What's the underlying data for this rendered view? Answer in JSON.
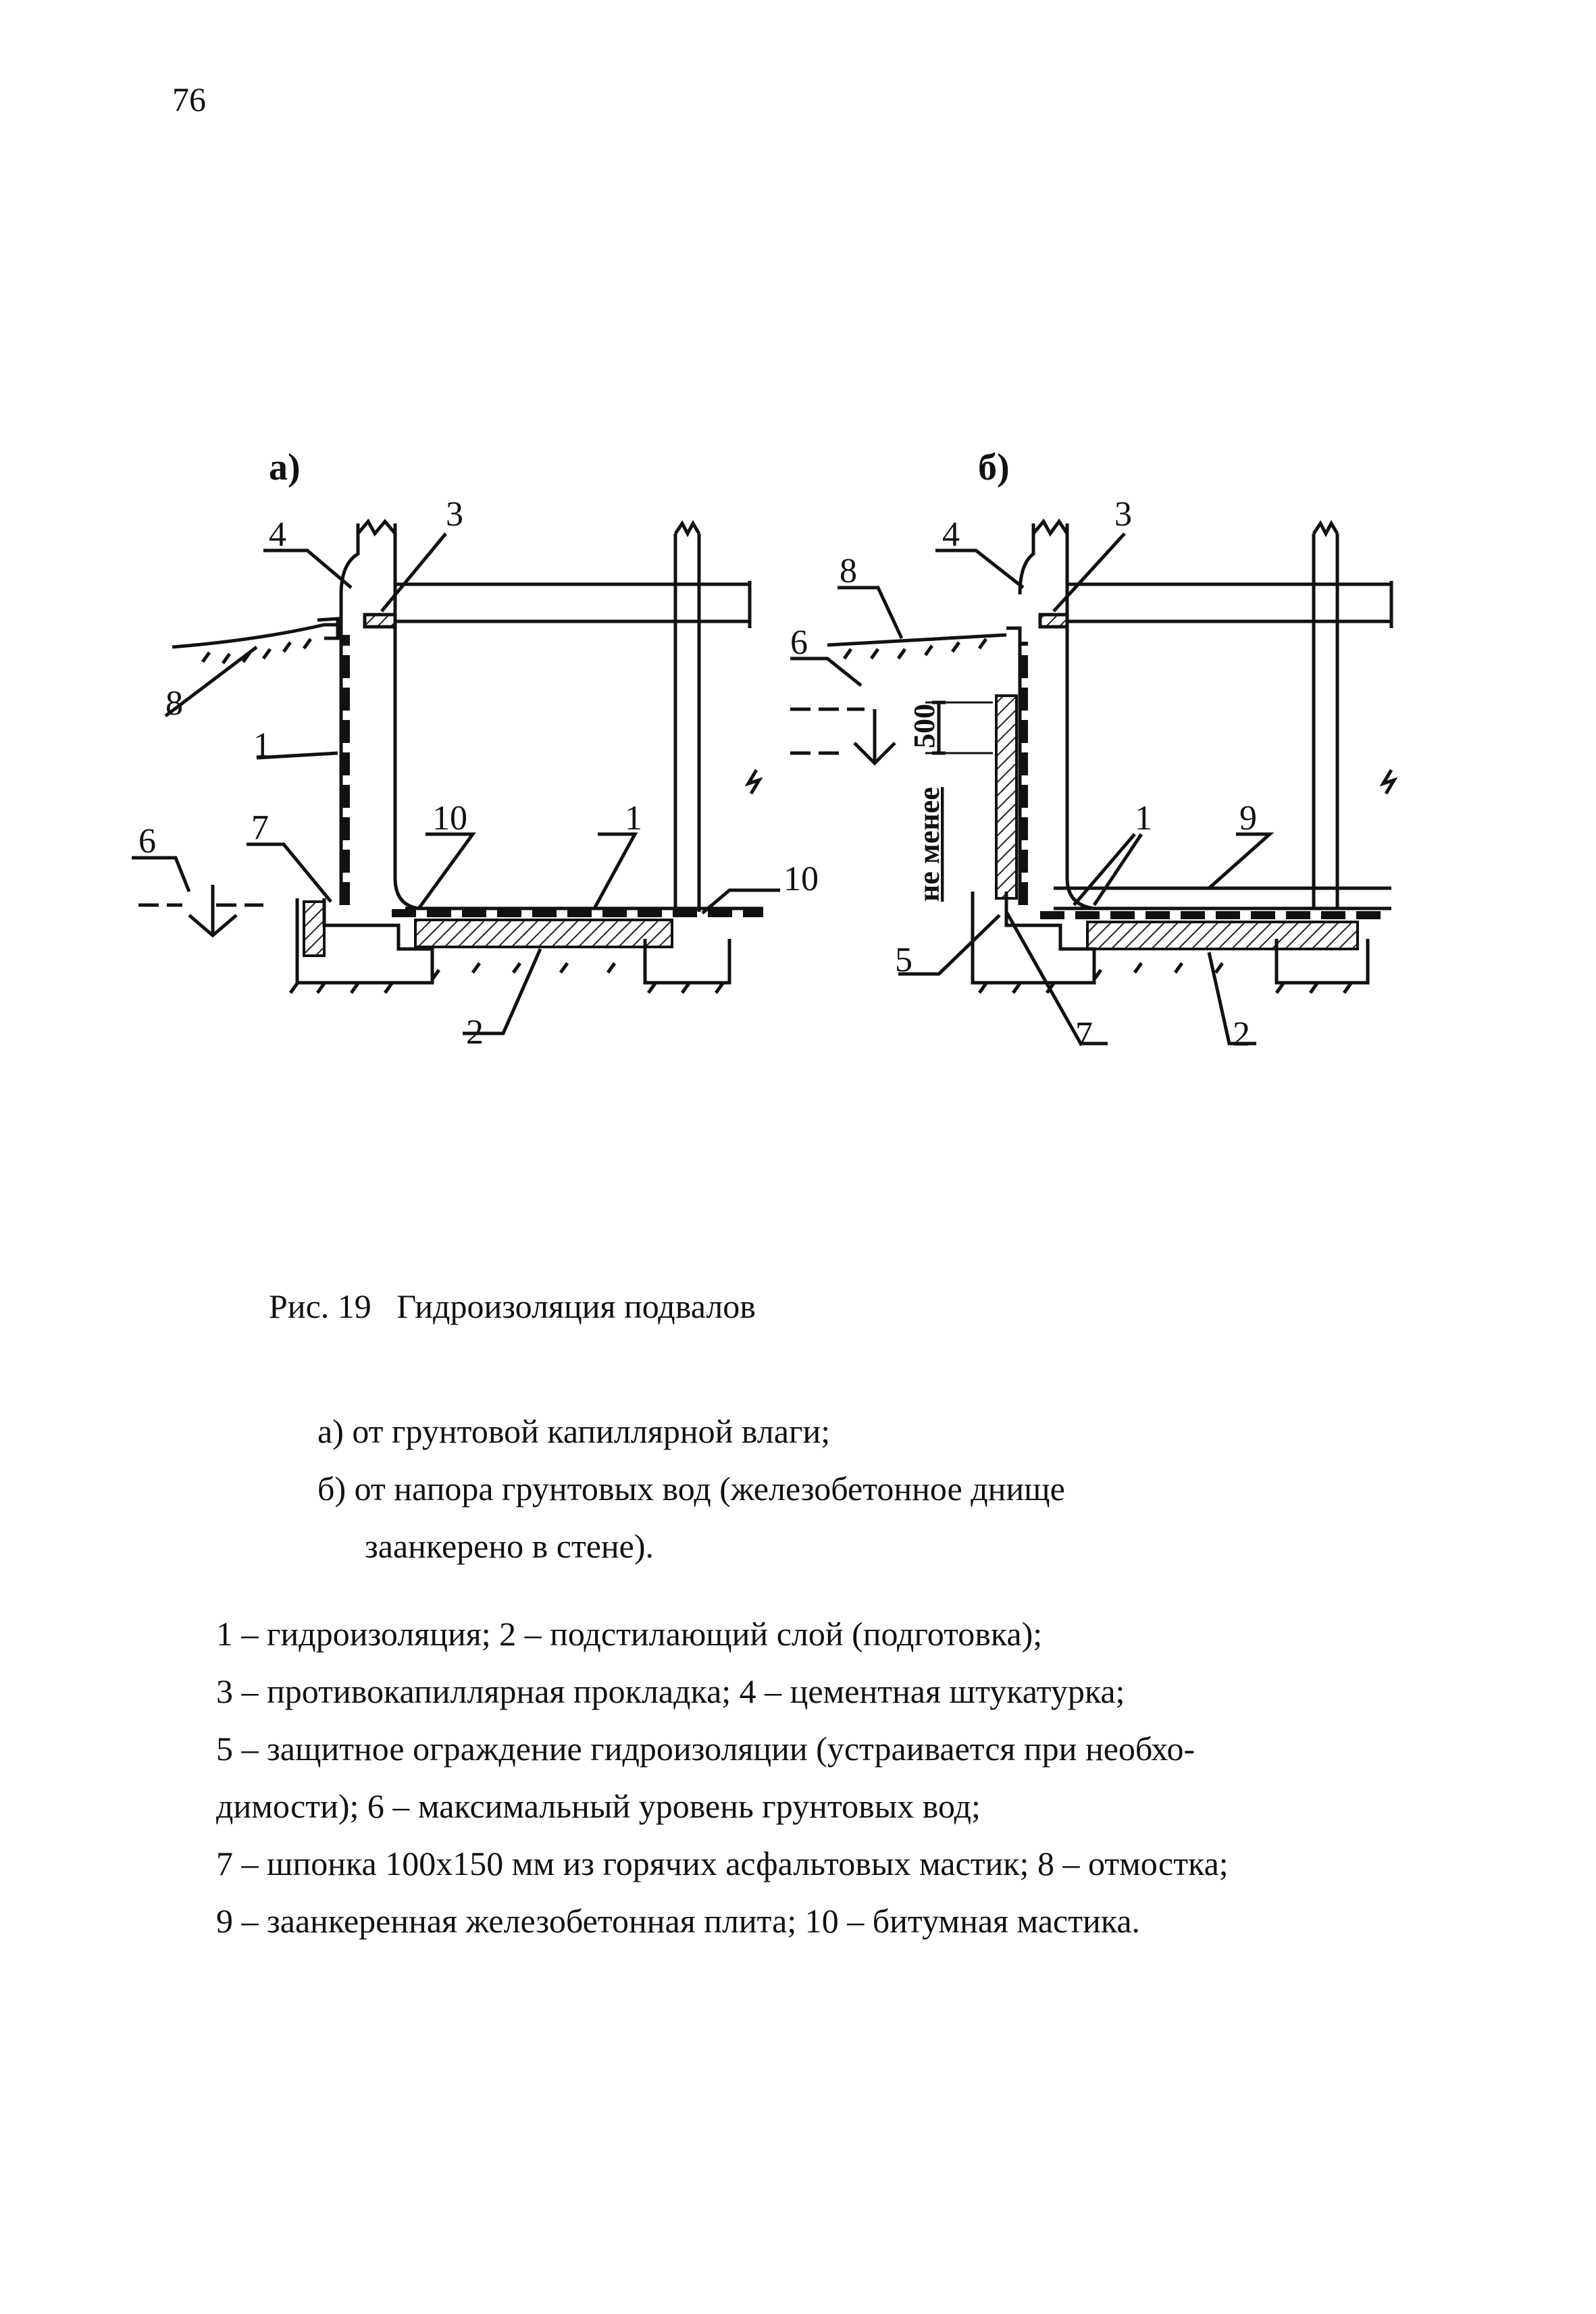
{
  "page_number": "76",
  "figure": {
    "panel_a_label": "а)",
    "panel_b_label": "б)",
    "callouts_a": [
      "4",
      "3",
      "8",
      "1",
      "6",
      "7",
      "10",
      "1",
      "10",
      "2"
    ],
    "callouts_b": [
      "8",
      "4",
      "3",
      "6",
      "500",
      "не менее",
      "1",
      "9",
      "5",
      "7",
      "2"
    ]
  },
  "caption": {
    "number": "Рис. 19",
    "title": "Гидроизоляция подвалов",
    "items": [
      "а) от грунтовой капиллярной влаги;",
      "б) от напора грунтовых вод (железобетонное днище",
      "заанкерено в стене)."
    ]
  },
  "legend": [
    "1 – гидроизоляция; 2 – подстилающий слой (подготовка);",
    "3 – противокапиллярная прокладка; 4 – цементная штукатурка;",
    "5 – защитное ограждение гидроизоляции (устраивается при необхо-",
    "димости); 6 – максимальный уровень грунтовых вод;",
    "7 – шпонка 100х150 мм из горячих асфальтовых мастик; 8 – отмостка;",
    "9 – заанкеренная железобетонная плита; 10 – битумная мастика."
  ]
}
